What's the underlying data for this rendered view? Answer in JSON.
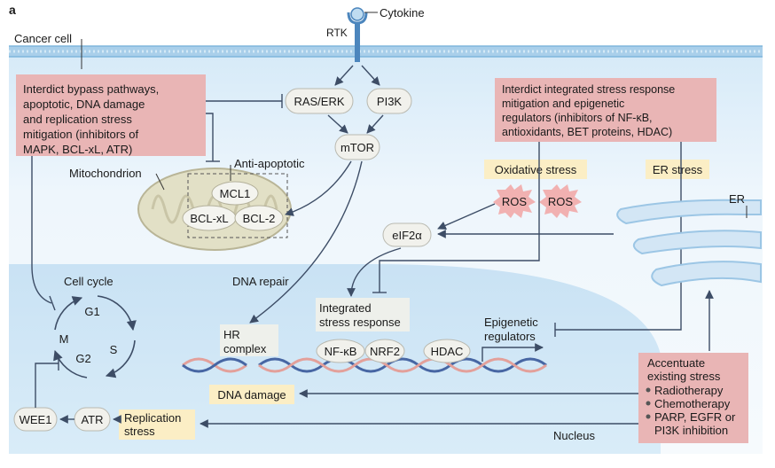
{
  "panel_label": "a",
  "cytokine": "Cytokine",
  "rtk": "RTK",
  "cancer_cell": "Cancer cell",
  "mitochondrion": "Mitochondrion",
  "anti_apoptotic": "Anti-apoptotic",
  "er": "ER",
  "nucleus": "Nucleus",
  "left_box_lines": [
    "Interdict bypass pathways,",
    "apoptotic, DNA damage",
    "and replication stress",
    "mitigation (inhibitors of",
    "MAPK, BCL-xL, ATR)"
  ],
  "right_box_lines": [
    "Interdict integrated stress response",
    "mitigation and epigenetic",
    "regulators (inhibitors of NF-κB,",
    "antioxidants, BET proteins, HDAC)"
  ],
  "accentuate": {
    "lines": [
      "Accentuate",
      "existing stress"
    ],
    "bullets": [
      "Radiotherapy",
      "Chemotherapy",
      "PARP, EGFR or",
      "PI3K inhibition"
    ]
  },
  "nodes": {
    "ras_erk": "RAS/ERK",
    "pi3k": "PI3K",
    "mtor": "mTOR",
    "mcl1": "MCL1",
    "bcl_xl": "BCL-xL",
    "bcl2": "BCL-2",
    "eif2a": "eIF2α",
    "ros1": "ROS",
    "ros2": "ROS",
    "nfkb": "NF-κB",
    "nrf2": "NRF2",
    "hdac": "HDAC",
    "atr": "ATR",
    "wee1": "WEE1"
  },
  "labels": {
    "oxidative_stress": "Oxidative stress",
    "er_stress": "ER stress",
    "dna_repair": "DNA repair",
    "hr_complex": [
      "HR",
      "complex"
    ],
    "integrated_stress": [
      "Integrated",
      "stress response"
    ],
    "epigenetic": [
      "Epigenetic",
      "regulators"
    ],
    "dna_damage": "DNA damage",
    "replication_stress": [
      "Replication",
      "stress"
    ],
    "cell_cycle": "Cell cycle",
    "g1": "G1",
    "s": "S",
    "g2": "G2",
    "m": "M"
  },
  "colors": {
    "pink_box": "#e9b5b5",
    "yellow_box": "#fbeec5",
    "cell_blue": "#e3f1fb",
    "nucleus_blue": "#cfe6f6",
    "membrane_blue": "#8fc1e3",
    "mito": "#e2e0c6",
    "arrow": "#3d4d66"
  }
}
